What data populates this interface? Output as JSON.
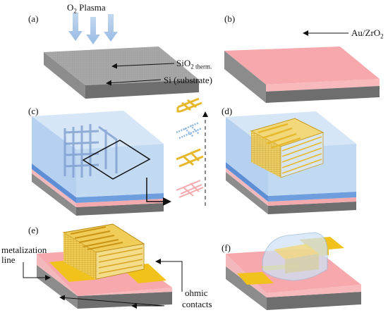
{
  "panels": {
    "a": {
      "label": "(a)",
      "plasma_prefix": "O",
      "plasma_sub": "2",
      "plasma_suffix": " Plasma",
      "oxide_main": "SiO",
      "oxide_sub": "2 therm.",
      "substrate": "Si (substrate)"
    },
    "b": {
      "label": "(b)",
      "electrode_main": "Au/ZrO",
      "electrode_sub": "2"
    },
    "c": {
      "label": "(c)"
    },
    "d": {
      "label": "(d)"
    },
    "e": {
      "label": "(e)",
      "metal_line_1": "metalization",
      "metal_line_2": "line",
      "ohmic_1": "ohmic",
      "ohmic_2": "contacts"
    },
    "f": {
      "label": "(f)"
    }
  },
  "colors": {
    "si_front": "#6b6b6b",
    "si_side": "#8a8a8a",
    "sio2_top": "#a9a9a9",
    "au_zro2": "#f4a9ad",
    "polymer": "#bcd7f2",
    "blue_layer": "#7aa7e2",
    "gold": "#e7b82c",
    "lattice": "#8fb7e0"
  }
}
